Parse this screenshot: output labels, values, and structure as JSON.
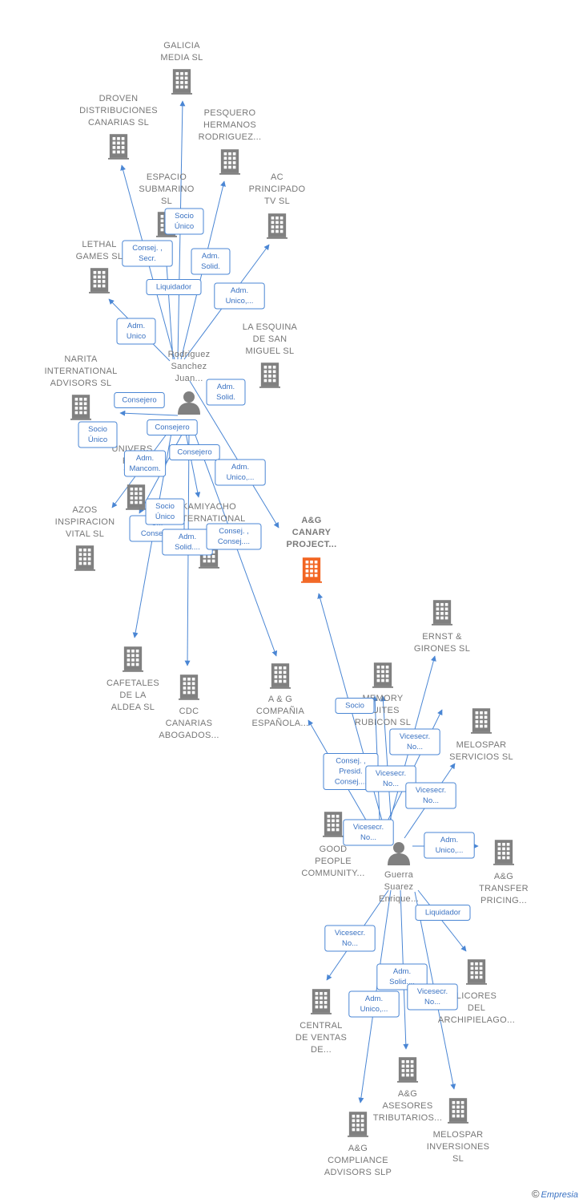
{
  "colors": {
    "building": "#808080",
    "focus": "#f26522",
    "edge": "#4a86d4",
    "person": "#808080"
  },
  "nodes": [
    {
      "id": "galicia",
      "kind": "company",
      "lines": [
        "GALICIA",
        "MEDIA  SL"
      ]
    },
    {
      "id": "droven",
      "kind": "company",
      "lines": [
        "DROVEN",
        "DISTRIBUCIONES",
        "CANARIAS   SL"
      ]
    },
    {
      "id": "pesquero",
      "kind": "company",
      "lines": [
        "PESQUERO",
        "HERMANOS",
        "RODRIGUEZ..."
      ]
    },
    {
      "id": "espacio",
      "kind": "company",
      "lines": [
        "ESPACIO",
        "SUBMARINO",
        "SL"
      ]
    },
    {
      "id": "ac",
      "kind": "company",
      "lines": [
        "AC",
        "PRINCIPADO",
        "TV  SL"
      ]
    },
    {
      "id": "lethal",
      "kind": "company",
      "lines": [
        "LETHAL",
        "GAMES  SL"
      ]
    },
    {
      "id": "esquina",
      "kind": "company",
      "lines": [
        "LA ESQUINA",
        "DE SAN",
        "MIGUEL  SL"
      ]
    },
    {
      "id": "narita",
      "kind": "company",
      "lines": [
        "NARITA",
        "INTERNATIONAL",
        "ADVISORS  SL"
      ]
    },
    {
      "id": "university",
      "kind": "company",
      "lines": [
        "UNIVERS...",
        "REN...",
        "VAL..."
      ]
    },
    {
      "id": "azos",
      "kind": "company",
      "lines": [
        "AZOS",
        "INSPIRACION",
        "VITAL  SL"
      ]
    },
    {
      "id": "kamiyacho",
      "kind": "company",
      "lines": [
        "KAMIYACHO",
        "INTERNATIONAL",
        "..."
      ]
    },
    {
      "id": "agcanary",
      "kind": "focus",
      "lines": [
        "A&G",
        "CANARY",
        "PROJECT..."
      ]
    },
    {
      "id": "cafetales",
      "kind": "company",
      "lines": [
        "CAFETALES",
        "DE LA",
        "ALDEA SL"
      ]
    },
    {
      "id": "cdc",
      "kind": "company",
      "lines": [
        "CDC",
        "CANARIAS",
        "ABOGADOS..."
      ]
    },
    {
      "id": "agcompania",
      "kind": "company",
      "lines": [
        "A & G",
        "COMPAÑIA",
        "ESPAÑOLA..."
      ]
    },
    {
      "id": "ernst",
      "kind": "company",
      "lines": [
        "ERNST &",
        "GIRONES SL"
      ]
    },
    {
      "id": "memory",
      "kind": "company",
      "lines": [
        "MEMORY",
        "SUITES",
        "RUBICON  SL"
      ]
    },
    {
      "id": "melospar_serv",
      "kind": "company",
      "lines": [
        "MELOSPAR",
        "SERVICIOS  SL"
      ]
    },
    {
      "id": "goodpeople",
      "kind": "company",
      "lines": [
        "GOOD",
        "PEOPLE",
        "COMMUNITY..."
      ]
    },
    {
      "id": "agtransfer",
      "kind": "company",
      "lines": [
        "A&G",
        "TRANSFER",
        "PRICING..."
      ]
    },
    {
      "id": "licores",
      "kind": "company",
      "lines": [
        "LICORES",
        "DEL",
        "ARCHIPIELAGO..."
      ]
    },
    {
      "id": "central",
      "kind": "company",
      "lines": [
        "CENTRAL",
        "DE VENTAS",
        "DE..."
      ]
    },
    {
      "id": "agasesores",
      "kind": "company",
      "lines": [
        "A&G",
        "ASESORES",
        "TRIBUTARIOS..."
      ]
    },
    {
      "id": "melospar_inv",
      "kind": "company",
      "lines": [
        "MELOSPAR",
        "INVERSIONES",
        "SL"
      ]
    },
    {
      "id": "agcompliance",
      "kind": "company",
      "lines": [
        "A&G",
        "COMPLIANCE",
        "ADVISORS  SLP"
      ]
    },
    {
      "id": "rodriguez",
      "kind": "person",
      "lines": [
        "Rodriguez",
        "Sanchez",
        "Juan..."
      ]
    },
    {
      "id": "guerra",
      "kind": "person",
      "lines": [
        "Guerra",
        "Suarez",
        "Enrique..."
      ]
    }
  ],
  "roles": [
    {
      "id": "r1",
      "lines": [
        "Socio",
        "Único"
      ]
    },
    {
      "id": "r2",
      "lines": [
        "Consej. ,",
        "Secr."
      ]
    },
    {
      "id": "r3",
      "lines": [
        "Adm.",
        "Solid."
      ]
    },
    {
      "id": "r4",
      "lines": [
        "Liquidador"
      ]
    },
    {
      "id": "r5",
      "lines": [
        "Adm.",
        "Unico,..."
      ]
    },
    {
      "id": "r6",
      "lines": [
        "Adm.",
        "Unico"
      ]
    },
    {
      "id": "r7",
      "lines": [
        "Adm.",
        "Solid."
      ]
    },
    {
      "id": "r8",
      "lines": [
        "Consejero"
      ]
    },
    {
      "id": "r9",
      "lines": [
        "Socio",
        "Único"
      ]
    },
    {
      "id": "r10",
      "lines": [
        "Consejero"
      ]
    },
    {
      "id": "r11",
      "lines": [
        "Consejero"
      ]
    },
    {
      "id": "r12",
      "lines": [
        "Adm.",
        "Mancom."
      ]
    },
    {
      "id": "r13",
      "lines": [
        "Adm.",
        "Unico,..."
      ]
    },
    {
      "id": "r14",
      "lines": [
        "C...",
        "Consej...."
      ]
    },
    {
      "id": "r15",
      "lines": [
        "Socio",
        "Único"
      ]
    },
    {
      "id": "r16",
      "lines": [
        "Adm.",
        "Solid...."
      ]
    },
    {
      "id": "r17",
      "lines": [
        "Consej. ,",
        "Consej...."
      ]
    },
    {
      "id": "r18",
      "lines": [
        "Socio"
      ]
    },
    {
      "id": "r19",
      "lines": [
        "Vicesecr.",
        "No..."
      ]
    },
    {
      "id": "r20",
      "lines": [
        "Consej. ,",
        "Presid.",
        "Consej...."
      ]
    },
    {
      "id": "r21",
      "lines": [
        "Vicesecr.",
        "No..."
      ]
    },
    {
      "id": "r22",
      "lines": [
        "Vicesecr.",
        "No..."
      ]
    },
    {
      "id": "r23",
      "lines": [
        "Vicesecr.",
        "No..."
      ]
    },
    {
      "id": "r24",
      "lines": [
        "Adm.",
        "Unico,..."
      ]
    },
    {
      "id": "r25",
      "lines": [
        "Liquidador"
      ]
    },
    {
      "id": "r26",
      "lines": [
        "Vicesecr.",
        "No..."
      ]
    },
    {
      "id": "r27",
      "lines": [
        "Adm.",
        "Solid...."
      ]
    },
    {
      "id": "r28",
      "lines": [
        "Adm.",
        "Unico,..."
      ]
    },
    {
      "id": "r29",
      "lines": [
        "Vicesecr.",
        "No..."
      ]
    }
  ],
  "footer": {
    "copyright": "©",
    "brand": "Empresia"
  }
}
